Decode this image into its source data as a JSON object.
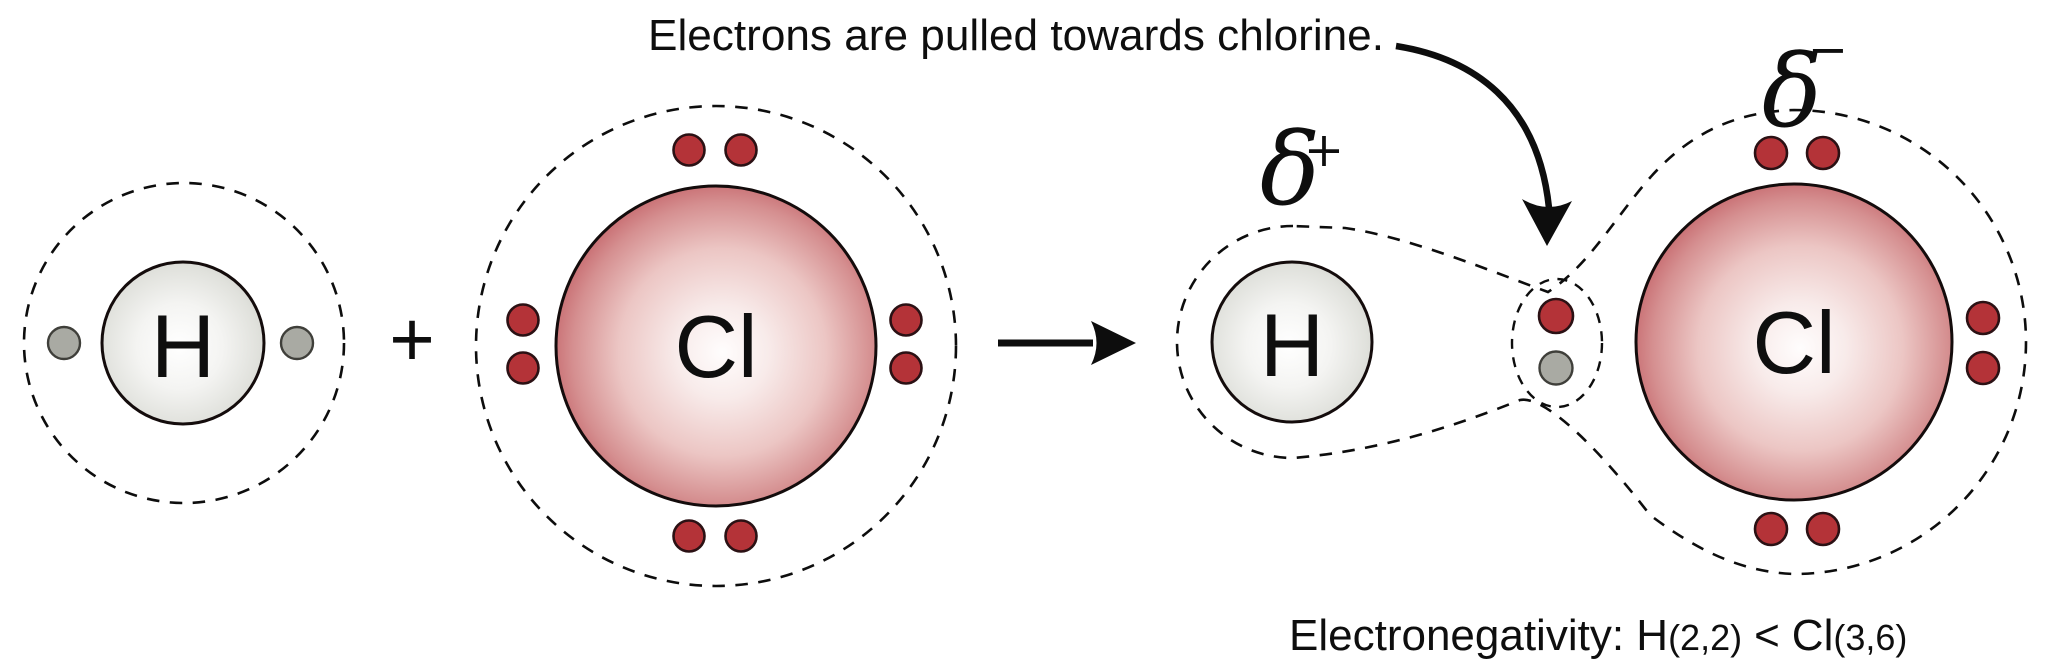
{
  "annotation": {
    "top_note": "Electrons are pulled towards chlorine."
  },
  "reactants": {
    "hydrogen": {
      "symbol": "H",
      "electron_dots": 2,
      "electron_color_name": "gray"
    },
    "operator": "+",
    "chlorine": {
      "symbol": "Cl",
      "electron_dots": 8,
      "electron_color_name": "red"
    }
  },
  "product": {
    "hydrogen": {
      "symbol": "H",
      "partial_charge": {
        "delta": "δ",
        "sign": "+"
      }
    },
    "chlorine": {
      "symbol": "Cl",
      "partial_charge": {
        "delta": "δ",
        "sign": "−"
      },
      "lone_pair_dots": 6
    },
    "shared_pair": {
      "red_dots": 1,
      "gray_dots": 1
    }
  },
  "footer": {
    "prefix": "Electronegativity: H",
    "h_value": "(2,2)",
    "comparator": "<",
    "cl_symbol": "Cl",
    "cl_value": "(3,6)"
  },
  "icons": {
    "reaction_arrow": "right-arrow",
    "electron_pull_arrow": "curved-down-arrow"
  },
  "colors": {
    "electron_red": "#b43338",
    "electron_gray": "#a9aaa3",
    "chlorine_deep_red": "#a32028",
    "hydrogen_gray_edge": "#b7b8b2",
    "ink": "#111111"
  }
}
